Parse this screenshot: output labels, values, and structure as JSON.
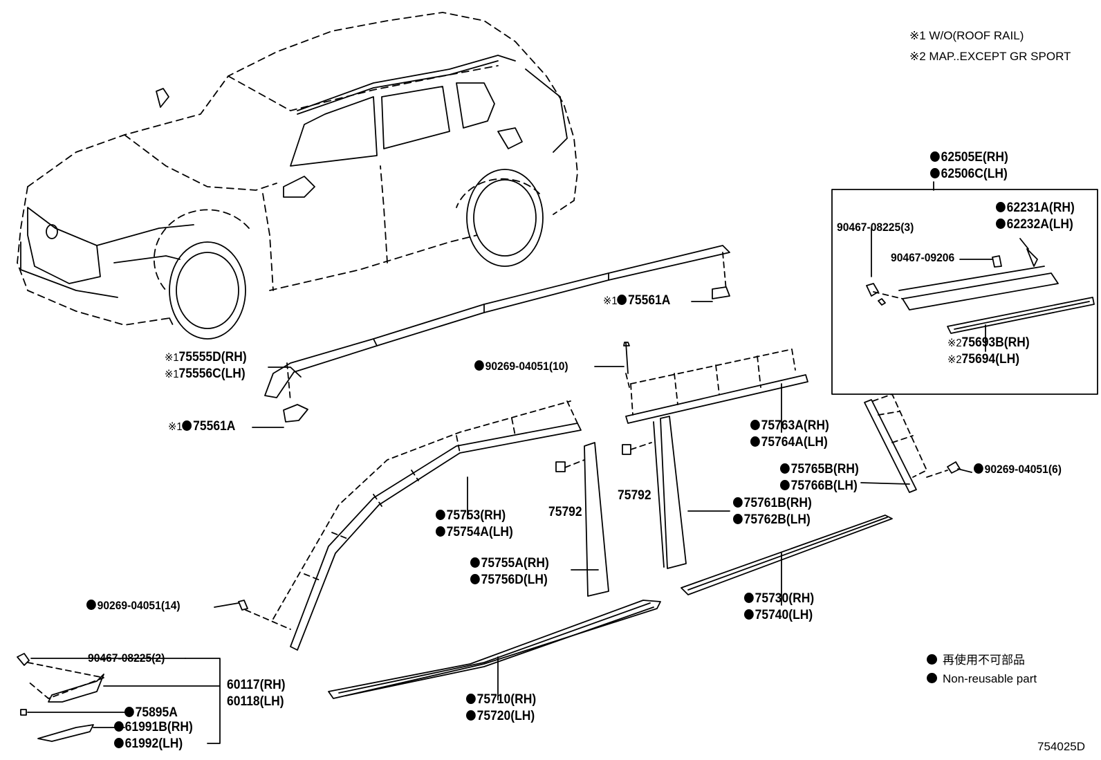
{
  "notes": {
    "note1": "※1 W/O(ROOF RAIL)",
    "note2": "※2 MAP..EXCEPT GR SPORT"
  },
  "parts": {
    "p62505E": "62505E(RH)",
    "p62506C": "62506C(LH)",
    "p62231A": "62231A(RH)",
    "p62232A": "62232A(LH)",
    "p90467_08225_3": "90467-08225(3)",
    "p90467_09206": "90467-09206",
    "p75693B": "75693B(RH)",
    "p75694": "75694(LH)",
    "p75561A_top": "75561A",
    "p75555D": "75555D(RH)",
    "p75556C": "75556C(LH)",
    "p75561A_bottom": "75561A",
    "p90269_04051_10": "90269-04051(10)",
    "p75763A": "75763A(RH)",
    "p75764A": "75764A(LH)",
    "p75765B": "75765B(RH)",
    "p75766B": "75766B(LH)",
    "p90269_04051_6": "90269-04051(6)",
    "p75761B": "75761B(RH)",
    "p75762B": "75762B(LH)",
    "p75753": "75753(RH)",
    "p75754A": "75754A(LH)",
    "p75792_a": "75792",
    "p75792_b": "75792",
    "p75755A": "75755A(RH)",
    "p75756D": "75756D(LH)",
    "p90269_04051_14": "90269-04051(14)",
    "p75730": "75730(RH)",
    "p75740": "75740(LH)",
    "p90467_08225_2": "90467-08225(2)",
    "p60117": "60117(RH)",
    "p60118": "60118(LH)",
    "p75895A": "75895A",
    "p61991B": "61991B(RH)",
    "p61992": "61992(LH)",
    "p75710": "75710(RH)",
    "p75720": "75720(LH)"
  },
  "markers": {
    "m1": "※1",
    "m2": "※2"
  },
  "legend": {
    "japanese": "再使用不可部品",
    "english": "Non-reusable part"
  },
  "figure_code": "754025D"
}
